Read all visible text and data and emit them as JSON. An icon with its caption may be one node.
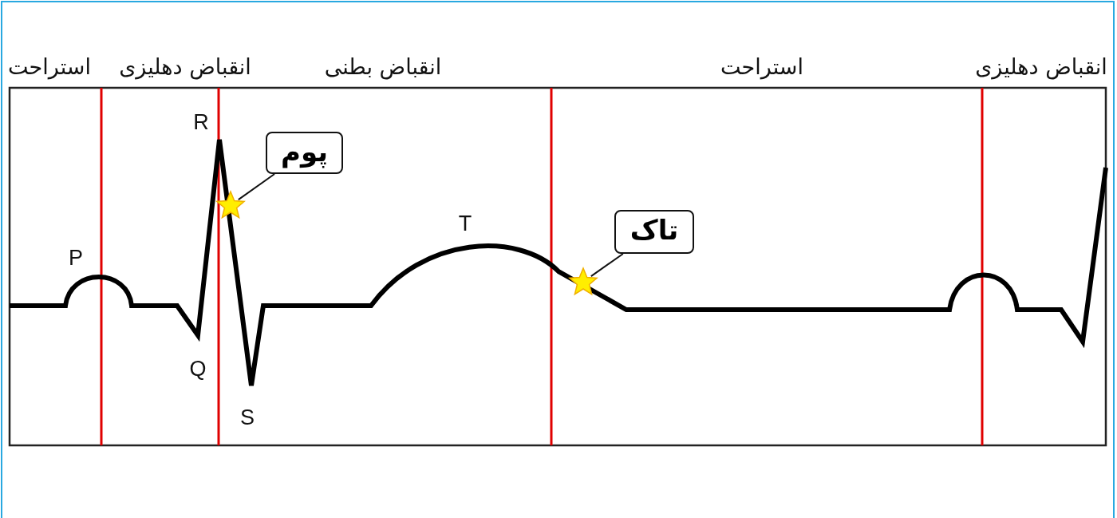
{
  "diagram": {
    "nodes": [
      {
        "text": [
          "پوم"
        ]
      },
      {
        "text": [],
        "shape": "star"
      },
      {
        "text": [
          "تاک"
        ]
      },
      {
        "text": [],
        "shape": "star"
      }
    ],
    "edges": [
      {
        "from": 0,
        "to": 1,
        "arrow": "none"
      },
      {
        "from": 2,
        "to": 3,
        "arrow": "none"
      }
    ],
    "labels": [
      "استراحت",
      "انقباض دهلیزی",
      "انقباض بطنی",
      "استراحت",
      "انقباض دهلیزی",
      "R",
      "P",
      "T",
      "Q",
      "S"
    ]
  }
}
